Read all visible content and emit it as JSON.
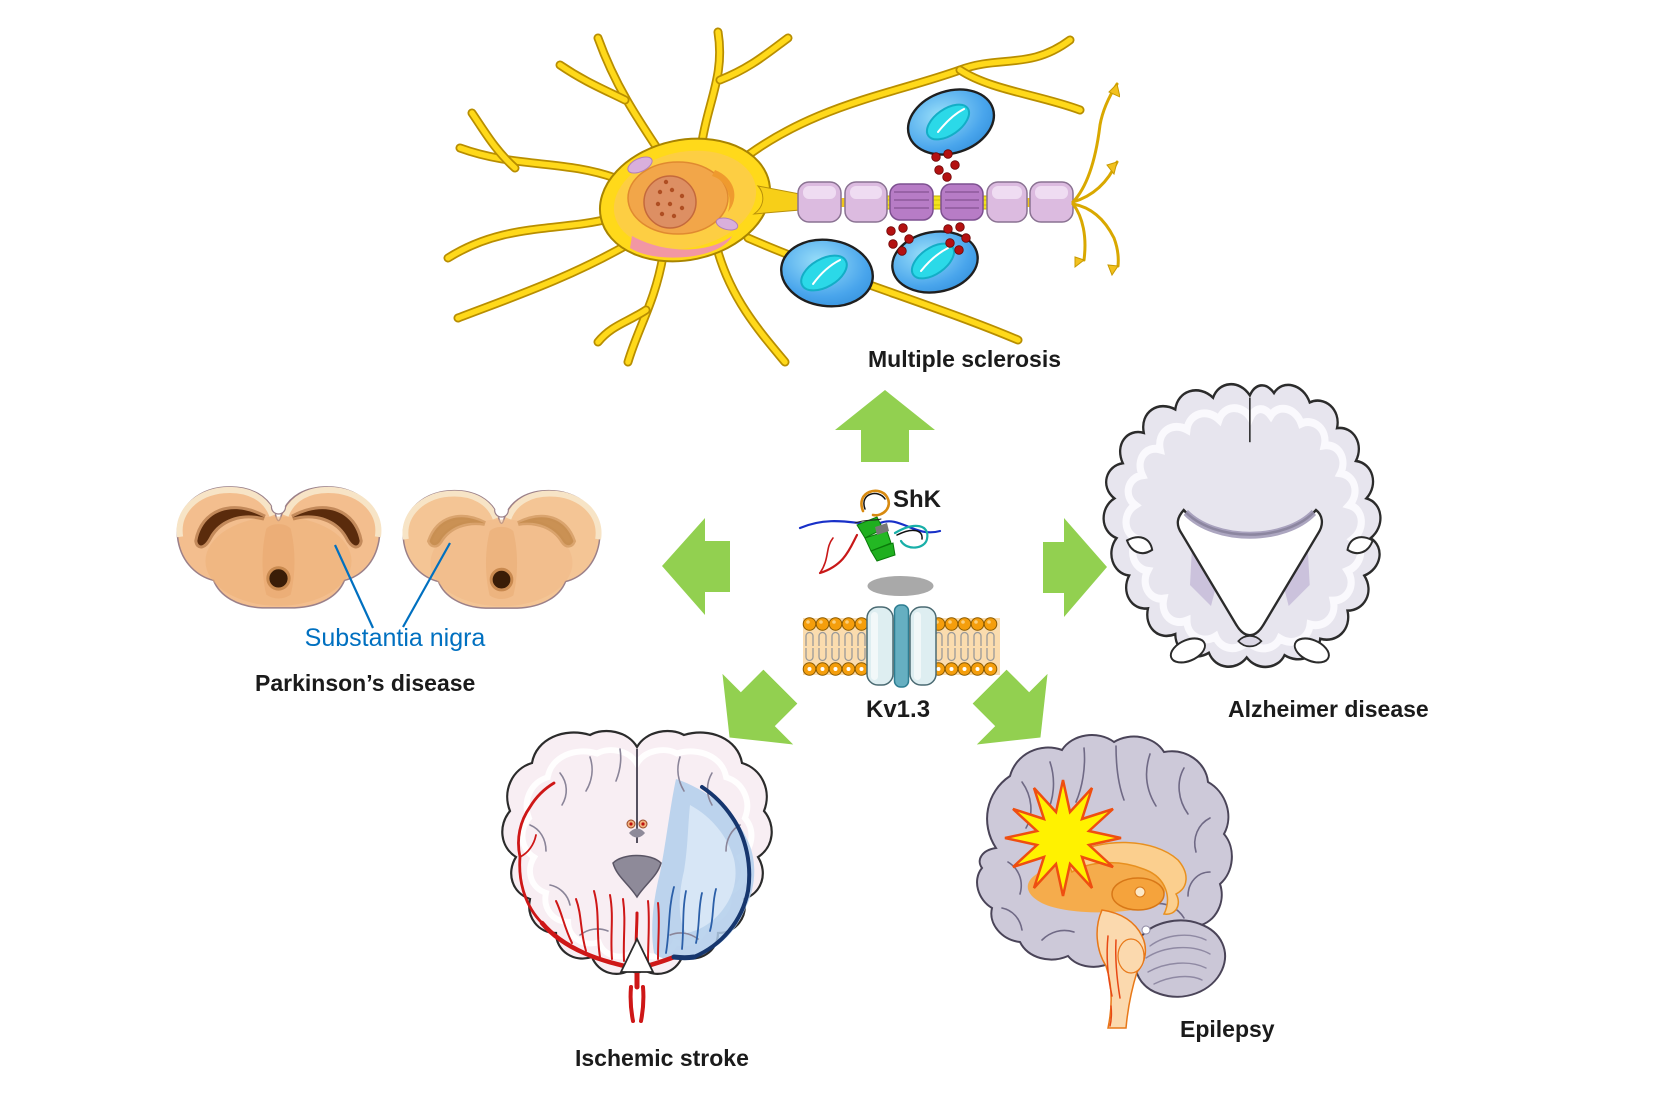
{
  "center": {
    "peptide_label": "ShK",
    "channel_label": "Kv1.3"
  },
  "diseases": {
    "multiple_sclerosis": "Multiple sclerosis",
    "parkinson": "Parkinson’s disease",
    "alzheimer": "Alzheimer disease",
    "ischemic_stroke": "Ischemic stroke",
    "epilepsy": "Epilepsy"
  },
  "annotations": {
    "substantia_nigra": "Substantia nigra"
  },
  "colors": {
    "arrow_green": "#92D050",
    "annotation_blue": "#0070C0",
    "label_black": "#1b1b1b",
    "neuron_yellow": "#FFD91A",
    "myelin_lavender": "#DCBBE0",
    "myelin_damaged_purple": "#B77CC6",
    "immune_cell_blue": "#49A5EC",
    "cytokine_red": "#B31111",
    "lipid_head_orange": "#F59E0C",
    "membrane_peach": "#FBDCAE",
    "channel_body_blue": "#DEEEF1",
    "channel_pore_teal": "#66AFC1",
    "midbrain_tan": "#F3BE8E",
    "substantia_nigra_dark": "#5A2B0C",
    "substantia_nigra_faded": "#C78E50",
    "alzheimer_gray": "#E7E5EE",
    "stroke_brain_pink": "#F8EEF3",
    "artery_red": "#CE1717",
    "ischemic_blue": "#B2CEEB",
    "epilepsy_brain_gray": "#CDC9D9",
    "seizure_yellow": "#FFF200",
    "brainstem_orange": "#F5A33C"
  }
}
